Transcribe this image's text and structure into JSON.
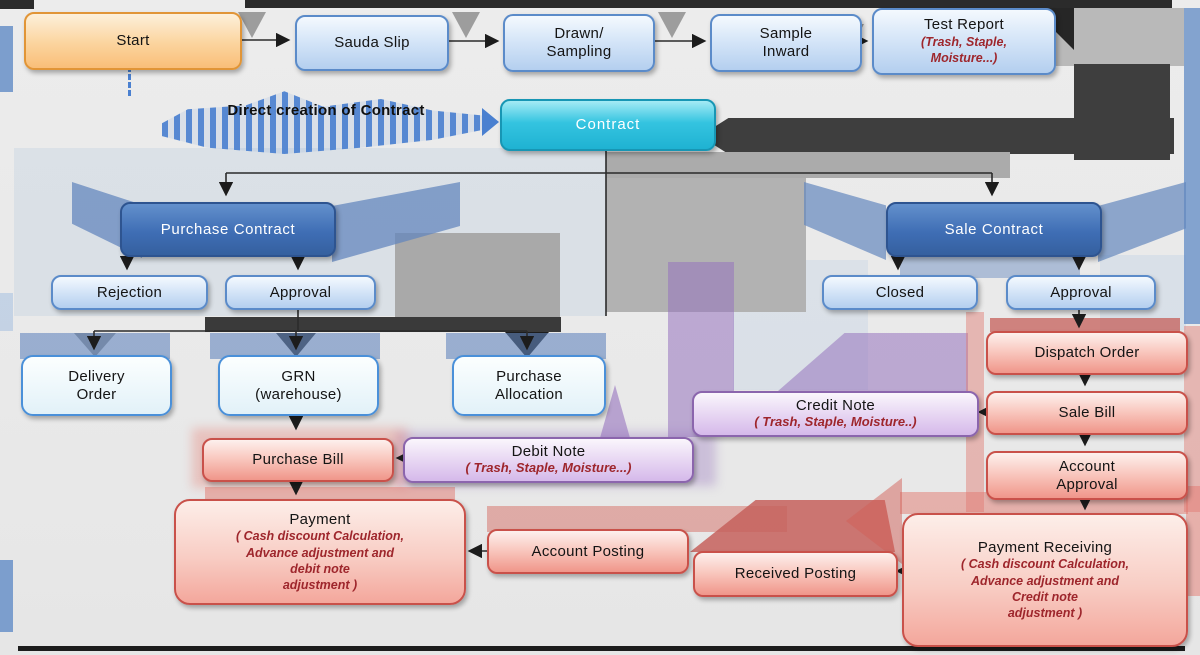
{
  "diagram": {
    "title_annotation": "Direct creation of Contract",
    "nodes": {
      "start": {
        "label": "Start"
      },
      "sauda_slip": {
        "label": "Sauda Slip"
      },
      "drawn_sampling": {
        "label": "Drawn/\nSampling"
      },
      "sample_inward": {
        "label": "Sample\nInward"
      },
      "test_report": {
        "label": "Test Report",
        "sub": "(Trash, Staple,\nMoisture...)"
      },
      "contract": {
        "label": "Contract"
      },
      "purchase_contract": {
        "label": "Purchase Contract"
      },
      "sale_contract": {
        "label": "Sale Contract"
      },
      "rejection": {
        "label": "Rejection"
      },
      "approval_purchase": {
        "label": "Approval"
      },
      "closed": {
        "label": "Closed"
      },
      "approval_sale": {
        "label": "Approval"
      },
      "delivery_order": {
        "label": "Delivery\nOrder"
      },
      "grn": {
        "label": "GRN\n(warehouse)"
      },
      "purchase_allocation": {
        "label": "Purchase\nAllocation"
      },
      "purchase_bill": {
        "label": "Purchase Bill"
      },
      "debit_note": {
        "label": "Debit Note",
        "sub": "( Trash, Staple, Moisture...)"
      },
      "credit_note": {
        "label": "Credit Note",
        "sub": "( Trash, Staple, Moisture..)"
      },
      "dispatch_order": {
        "label": "Dispatch Order"
      },
      "sale_bill": {
        "label": "Sale Bill"
      },
      "account_approval": {
        "label": "Account\nApproval"
      },
      "payment": {
        "label": "Payment",
        "sub": "( Cash discount Calculation,\nAdvance adjustment and\ndebit note\nadjustment )"
      },
      "account_posting": {
        "label": "Account Posting"
      },
      "received_posting": {
        "label": "Received Posting"
      },
      "payment_receiving": {
        "label": "Payment Receiving",
        "sub": "( Cash discount Calculation,\nAdvance adjustment and\nCredit note\nadjustment )"
      }
    },
    "edges": [
      "Start -> Sauda Slip",
      "Sauda Slip -> Drawn/Sampling",
      "Drawn/Sampling -> Sample Inward",
      "Sample Inward -> Test Report",
      "Test Report -> Contract",
      "Start -> Contract (Direct creation of Contract)",
      "Contract -> Purchase Contract",
      "Contract -> Sale Contract",
      "Purchase Contract -> Rejection",
      "Purchase Contract -> Approval",
      "Approval -> Delivery Order",
      "Approval -> GRN (warehouse)",
      "Approval -> Purchase Allocation",
      "GRN (warehouse) -> Purchase Bill",
      "Debit Note -> Purchase Bill",
      "Purchase Bill -> Payment",
      "Account Posting -> Payment",
      "Sale Contract -> Closed",
      "Sale Contract -> Approval",
      "Approval -> Dispatch Order",
      "Dispatch Order -> Sale Bill",
      "Sale Bill -> Credit Note",
      "Sale Bill -> Account Approval",
      "Account Approval -> Payment Receiving",
      "Payment Receiving -> Received Posting"
    ],
    "palette": {
      "start_orange": "#F9BE78",
      "step_light_blue": "#B4CFEF",
      "contract_cyan": "#29C2DD",
      "contract_dark_blue": "#3F6EB5",
      "warehouse_pale_blue": "#E2F1F8",
      "billing_red": "#F0968A",
      "note_purple": "#D5B9EA",
      "payment_pink": "#F4A79C",
      "note_text_maroon": "#9E262C",
      "connector_dark": "#3E3E3E",
      "stripe_blue": "#4A80D0"
    }
  }
}
